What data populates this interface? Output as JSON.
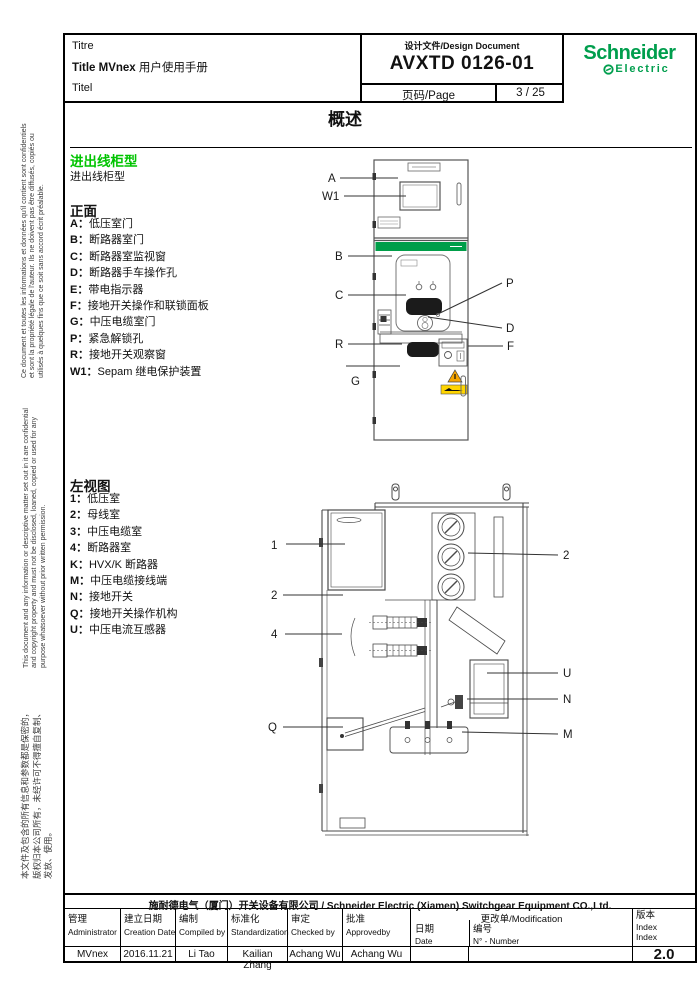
{
  "header": {
    "title_row1": "Titre",
    "title_row2_bold": "Title MVnex",
    "title_row2_rest": " 用户使用手册",
    "title_row3": "Titel",
    "design_doc_label": "设计文件/Design Document",
    "doc_number": "AVXTD 0126-01",
    "page_label": "页码/Page",
    "page_value": "3 / 25",
    "logo_line1": "Schneider",
    "logo_line2": "Electric"
  },
  "sidebar": {
    "notice_fr": "Ce document et toutes les informations et données qu'il contient sont confidentiels et sont la propriété légale de l'auteur. Ils ne doivent pas être diffusés, copiés ou utilisés à quelques fins que ce soit sans accord écrit préalable.",
    "notice_en": "This document and any information or descriptive matter set out in it are confidential and copyright property and must not be disclosed, loaned, copied or used for any purpose whatsoever without prior written permission.",
    "notice_zh": "本文件及包含的所有信息和参数都是保密的，\n版权归本公司所有，未经许可不得擅自复制、\n发放、使用。"
  },
  "content": {
    "page_title": "概述",
    "section_heading_green": "进出线柜型",
    "section_subheading": "进出线柜型",
    "front_view": {
      "heading": "正面",
      "items": [
        {
          "key": "A：",
          "label": "低压室门"
        },
        {
          "key": "B：",
          "label": "断路器室门"
        },
        {
          "key": "C：",
          "label": "断路器室监视窗"
        },
        {
          "key": "D：",
          "label": "断路器手车操作孔"
        },
        {
          "key": "E：",
          "label": "带电指示器"
        },
        {
          "key": "F：",
          "label": "接地开关操作和联锁面板"
        },
        {
          "key": "G：",
          "label": "中压电缆室门"
        },
        {
          "key": "P：",
          "label": "紧急解锁孔"
        },
        {
          "key": "R：",
          "label": "接地开关观察窗"
        },
        {
          "key": "W1：",
          "label": "Sepam 继电保护装置"
        }
      ],
      "diagram_labels": [
        "A",
        "W1",
        "B",
        "C",
        "P",
        "D",
        "R",
        "F",
        "G"
      ]
    },
    "left_view": {
      "heading": "左视图",
      "items": [
        {
          "key": "1：",
          "label": "低压室"
        },
        {
          "key": "2：",
          "label": "母线室"
        },
        {
          "key": "3：",
          "label": "中压电缆室"
        },
        {
          "key": "4：",
          "label": "断路器室"
        },
        {
          "key": "K：",
          "label": "HVX/K 断路器"
        },
        {
          "key": "M：",
          "label": "中压电缆接线端"
        },
        {
          "key": "N：",
          "label": "接地开关"
        },
        {
          "key": "Q：",
          "label": "接地开关操作机构"
        },
        {
          "key": "U：",
          "label": "中压电流互感器"
        }
      ],
      "diagram_labels": [
        "1",
        "2",
        "4",
        "Q",
        "2",
        "U",
        "N",
        "M"
      ]
    }
  },
  "footer": {
    "company_line": "施耐德电气（厦门）开关设备有限公司 / Schneider Electric  (Xiamen) Switchgear Equipment CO.,Ltd.",
    "columns": [
      {
        "zh": "管理",
        "en": "Administrator"
      },
      {
        "zh": "建立日期",
        "en": "Creation Date"
      },
      {
        "zh": "编制",
        "en": "Compiled by"
      },
      {
        "zh": "标准化",
        "en": "Standardization"
      },
      {
        "zh": "审定",
        "en": "Checked by"
      },
      {
        "zh": "批准",
        "en": "Approvedby"
      }
    ],
    "modification": {
      "title": "更改单/Modification",
      "date_zh": "日期",
      "date_en": "Date",
      "number_zh": "编号",
      "number_en": "N° - Number"
    },
    "index_col": {
      "zh": "版本",
      "en1": "Index",
      "en2": "Index"
    },
    "values": [
      "MVnex",
      "2016.11.21",
      "Li Tao",
      "Kailian Zhang",
      "Achang Wu",
      "Achang Wu",
      "",
      "",
      "2.0"
    ]
  },
  "colors": {
    "schneider_green": "#009E4D",
    "heading_green": "#00C400",
    "cabinet_band_green": "#009E49",
    "hazard_yellow": "#FFD500",
    "warning_orange": "#F7A600"
  }
}
